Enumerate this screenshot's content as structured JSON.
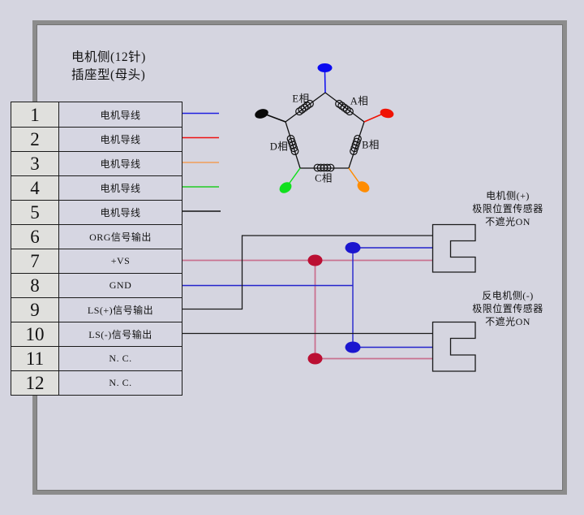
{
  "header": {
    "line1": "电机侧(12针)",
    "line2": "插座型(母头)"
  },
  "pin_table": {
    "rows": [
      {
        "pin": "1",
        "label": "电机导线"
      },
      {
        "pin": "2",
        "label": "电机导线"
      },
      {
        "pin": "3",
        "label": "电机导线"
      },
      {
        "pin": "4",
        "label": "电机导线"
      },
      {
        "pin": "5",
        "label": "电机导线"
      },
      {
        "pin": "6",
        "label": "ORG信号输出"
      },
      {
        "pin": "7",
        "label": "+VS"
      },
      {
        "pin": "8",
        "label": "GND"
      },
      {
        "pin": "9",
        "label": "LS(+)信号输出"
      },
      {
        "pin": "10",
        "label": "LS(-)信号输出"
      },
      {
        "pin": "11",
        "label": "N. C."
      },
      {
        "pin": "12",
        "label": "N. C."
      }
    ]
  },
  "motor": {
    "phases": [
      {
        "label": "E相"
      },
      {
        "label": "A相"
      },
      {
        "label": "D相"
      },
      {
        "label": "B相"
      },
      {
        "label": "C相"
      }
    ]
  },
  "sensors": [
    {
      "line1": "电机侧(+)",
      "line2": "极限位置传感器",
      "line3": "不遮光ON"
    },
    {
      "line1": "反电机侧(-)",
      "line2": "极限位置传感器",
      "line3": "不遮光ON"
    }
  ],
  "colors": {
    "background": "#d5d5e0",
    "frame_gray": "#8c8c8c",
    "stub_blue": "#2020e0",
    "stub_red": "#ee1111",
    "stub_orange": "#eaab7a",
    "stub_green": "#22cc22",
    "stub_black": "#141414",
    "vs_wire": "#c9718f",
    "gnd_wire": "#2323cc",
    "signal_wire": "#1a1a1a",
    "junction_red": "#bb0f33",
    "junction_blue": "#1b16cf",
    "lead_blue": "#0a0af0",
    "lead_black": "#0a0a0a",
    "lead_red": "#f01203",
    "lead_green": "#11e01e",
    "lead_orange": "#ff8c00"
  }
}
